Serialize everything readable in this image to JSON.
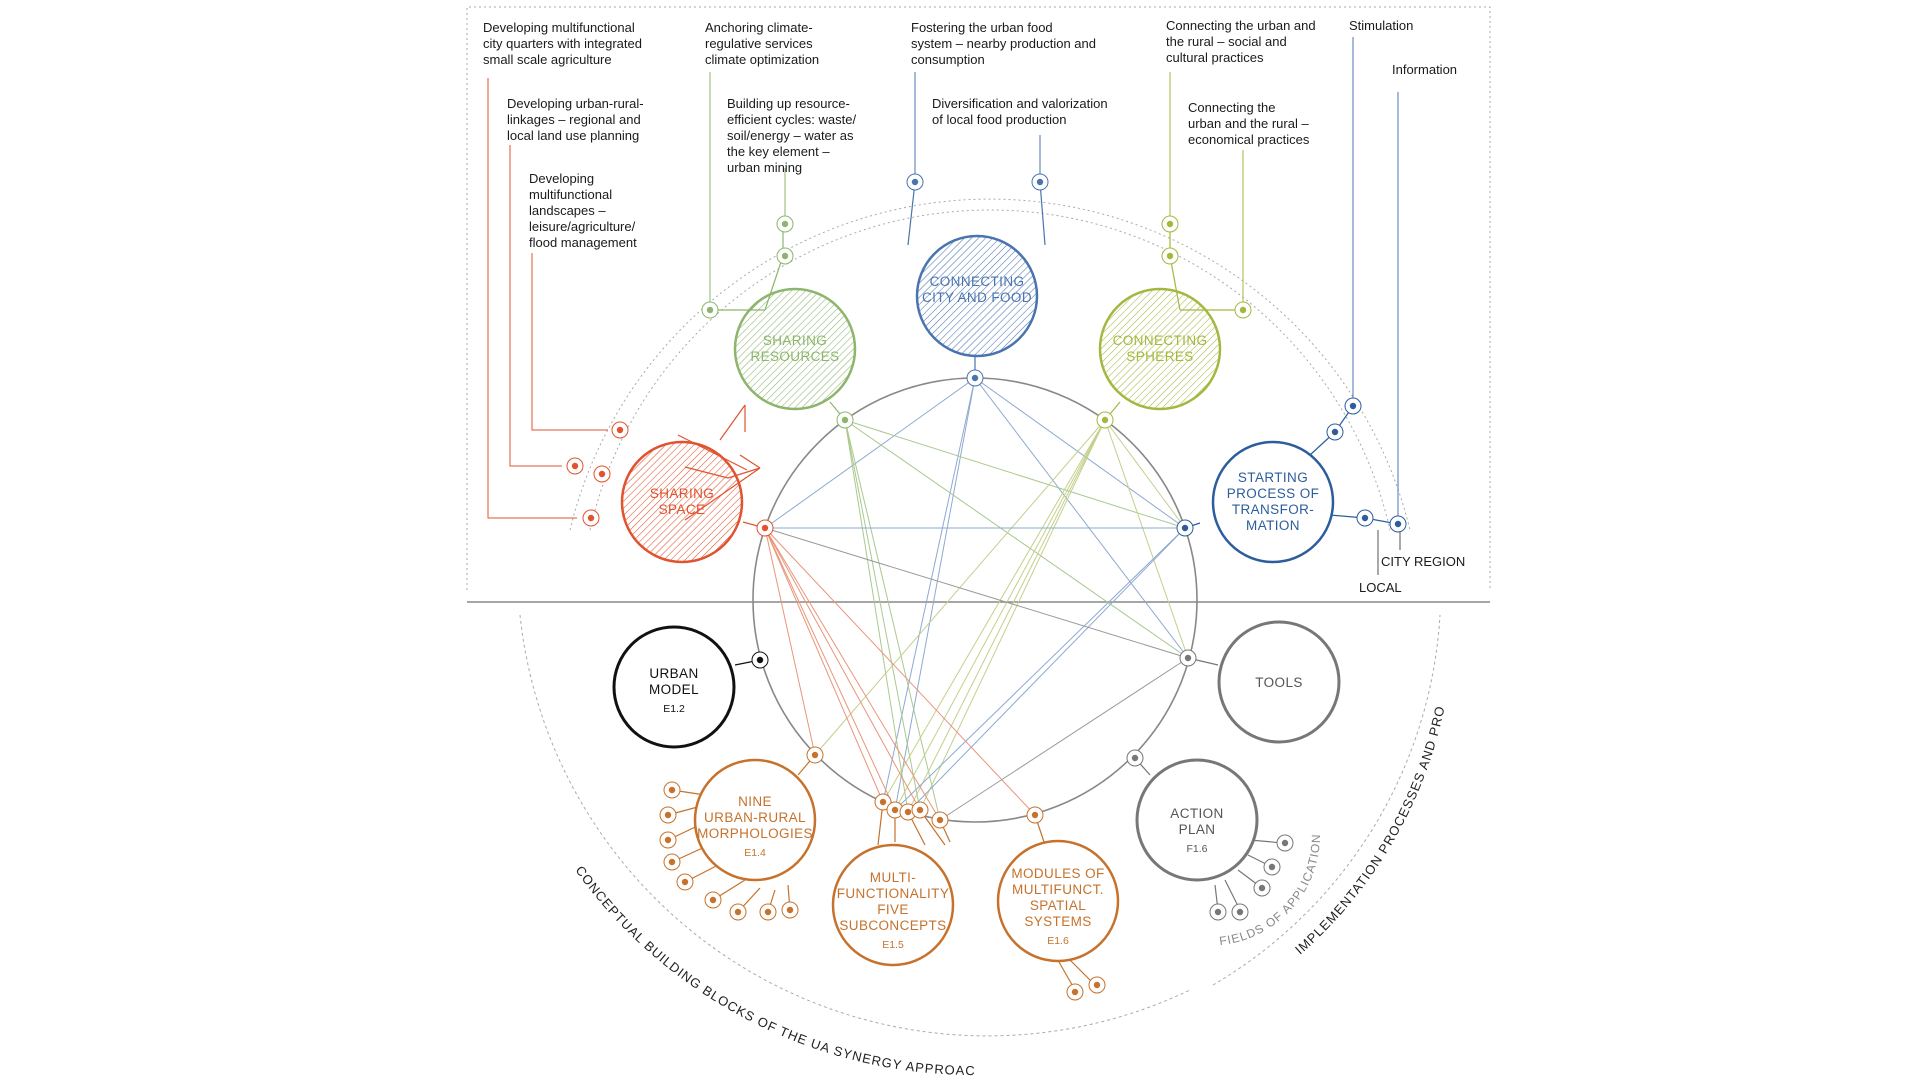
{
  "colors": {
    "red": "#e0532e",
    "green": "#8db56c",
    "blue": "#4a74b0",
    "olive": "#a4b840",
    "darkblue": "#2c5d9c",
    "orange": "#c6722c",
    "gray": "#777777",
    "black": "#111111"
  },
  "nodes": [
    {
      "id": "sharing_space",
      "lines": [
        "SHARING",
        "SPACE"
      ],
      "code": "",
      "color": "red",
      "style": "hatched"
    },
    {
      "id": "sharing_resources",
      "lines": [
        "SHARING",
        "RESOURCES"
      ],
      "code": "",
      "color": "green",
      "style": "hatched"
    },
    {
      "id": "connecting_city_food",
      "lines": [
        "CONNECTING",
        "CITY AND FOOD"
      ],
      "code": "",
      "color": "blue",
      "style": "hatched"
    },
    {
      "id": "connecting_spheres",
      "lines": [
        "CONNECTING",
        "SPHERES"
      ],
      "code": "",
      "color": "olive",
      "style": "hatched"
    },
    {
      "id": "starting_process",
      "lines": [
        "STARTING",
        "PROCESS OF",
        "TRANSFOR-",
        "MATION"
      ],
      "code": "",
      "color": "darkblue",
      "style": "plain"
    },
    {
      "id": "urban_model",
      "lines": [
        "URBAN",
        "MODEL"
      ],
      "code": "E1.2",
      "color": "black",
      "style": "plain"
    },
    {
      "id": "tools",
      "lines": [
        "TOOLS"
      ],
      "code": "",
      "color": "gray",
      "style": "plain"
    },
    {
      "id": "nine_morphologies",
      "lines": [
        "NINE",
        "URBAN-RURAL",
        "MORPHOLOGIES"
      ],
      "code": "E1.4",
      "color": "orange",
      "style": "plain"
    },
    {
      "id": "multifunctionality",
      "lines": [
        "MULTI-",
        "FUNCTIONALITY",
        "FIVE",
        "SUBCONCEPTS"
      ],
      "code": "E1.5",
      "color": "orange",
      "style": "plain"
    },
    {
      "id": "modules",
      "lines": [
        "MODULES OF",
        "MULTIFUNCT.",
        "SPATIAL",
        "SYSTEMS"
      ],
      "code": "E1.6",
      "color": "orange",
      "style": "plain"
    },
    {
      "id": "action_plan",
      "lines": [
        "ACTION",
        "PLAN"
      ],
      "code": "F1.6",
      "color": "gray",
      "style": "plain"
    }
  ],
  "annotations": [
    {
      "id": "a1",
      "lines": [
        "Developing multifunctional",
        "city quarters with integrated",
        "small scale agriculture"
      ]
    },
    {
      "id": "a2",
      "lines": [
        "Developing urban-rural-",
        "linkages – regional and",
        "local land use planning"
      ]
    },
    {
      "id": "a3",
      "lines": [
        "Developing",
        "multifunctional",
        "landscapes –",
        "leisure/agriculture/",
        "flood management"
      ]
    },
    {
      "id": "a4",
      "lines": [
        "Anchoring climate-",
        "regulative services",
        "climate optimization"
      ]
    },
    {
      "id": "a5",
      "lines": [
        "Building up resource-",
        "efficient cycles: waste/",
        "soil/energy – water as",
        "the key element –",
        "urban mining"
      ]
    },
    {
      "id": "a6",
      "lines": [
        "Fostering the urban food",
        "system – nearby production and",
        "consumption"
      ]
    },
    {
      "id": "a7",
      "lines": [
        "Diversification and valorization",
        "of local food production"
      ]
    },
    {
      "id": "a8",
      "lines": [
        "Connecting the urban and",
        "the rural – social and",
        "cultural practices"
      ]
    },
    {
      "id": "a9",
      "lines": [
        "Connecting the",
        "urban and the rural –",
        "economical practices"
      ]
    },
    {
      "id": "a10",
      "lines": [
        "Stimulation"
      ]
    },
    {
      "id": "a11",
      "lines": [
        "Information"
      ]
    }
  ],
  "scales": {
    "city_region": "CITY REGION",
    "local": "LOCAL"
  },
  "arc_labels": {
    "conceptual": "CONCEPTUAL BUILDING BLOCKS OF THE UA SYNERGY APPROACH",
    "implementation": "IMPLEMENTATION PROCESSES AND PRODUCTS",
    "fields": "FIELDS OF APPLICATION"
  }
}
